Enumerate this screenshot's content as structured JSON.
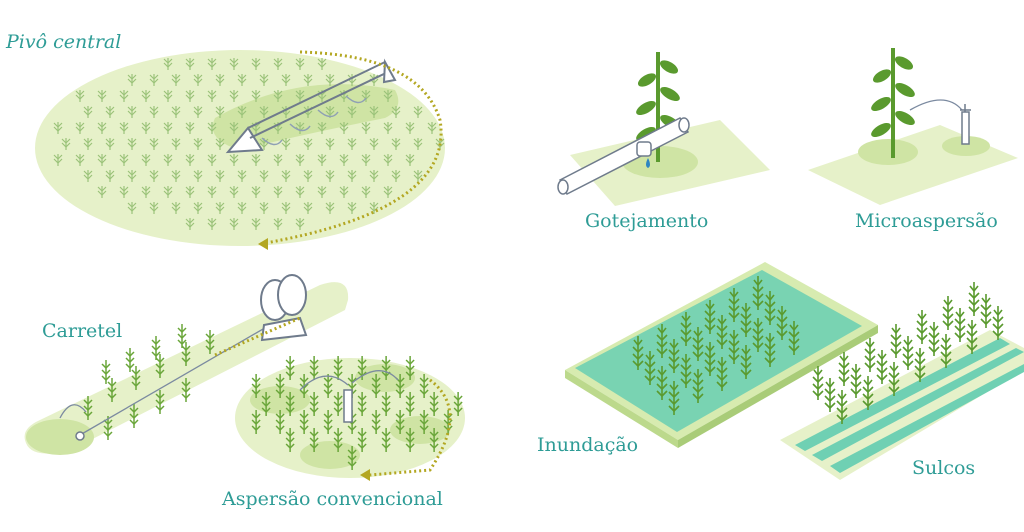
{
  "labels": {
    "pivo": "Pivô central",
    "carretel": "Carretel",
    "aspersao": "Aspersão convencional",
    "gotejamento": "Gotejamento",
    "microaspersao": "Microaspersão",
    "inundacao": "Inundação",
    "sulcos": "Sulcos"
  },
  "colors": {
    "label": "#2e9c96",
    "field": "#e6f1c9",
    "field_dark": "#cfe4a4",
    "plant": "#5a9a2e",
    "plant_light": "#9bc37a",
    "water": "#6fd0b3",
    "structure": "#6f7b8c",
    "arrow": "#b3a722"
  },
  "icons": [
    "center-pivot-icon",
    "hose-reel-icon",
    "sprinkler-icon",
    "drip-pipe-icon",
    "micro-sprinkler-icon",
    "flooded-field-icon",
    "furrow-icon"
  ]
}
